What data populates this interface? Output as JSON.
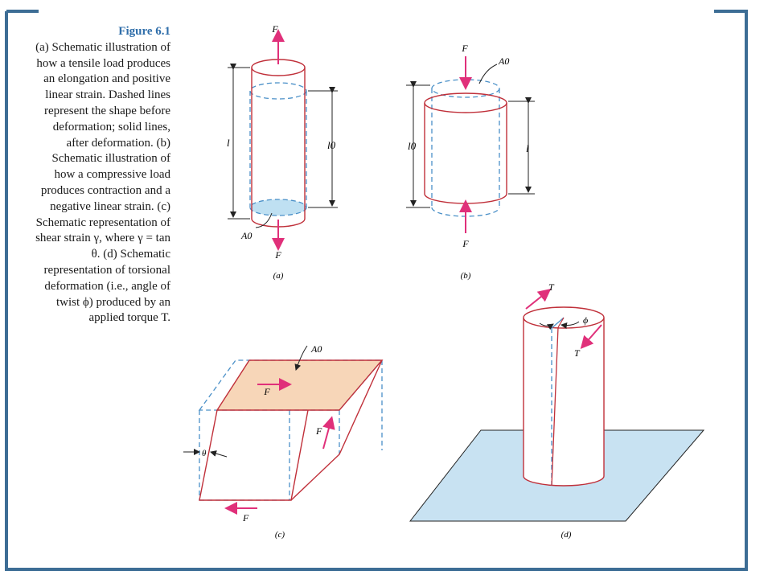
{
  "caption": {
    "title": "Figure 6.1",
    "text": "(a) Schematic illustration of how a tensile load produces an elongation and positive linear strain. Dashed lines represent the shape before deformation; solid lines, after deformation. (b) Schematic illustration of how a compressive load produces contraction and a negative linear strain. (c) Schematic representation of shear strain γ, where γ = tan θ. (d) Schematic representation of torsional deformation (i.e., angle of twist ϕ) produced by an applied torque T."
  },
  "panels": {
    "a": {
      "label": "(a)",
      "force_top": "F",
      "force_bottom": "F",
      "length": "l",
      "original_length": "l0",
      "area": "A0"
    },
    "b": {
      "label": "(b)",
      "force_top": "F",
      "force_bottom": "F",
      "length": "l",
      "original_length": "l0",
      "area": "A0"
    },
    "c": {
      "label": "(c)",
      "area": "A0",
      "force_top": "F",
      "force_side": "F",
      "force_bottom": "F",
      "angle": "θ"
    },
    "d": {
      "label": "(d)",
      "torque_top": "T",
      "torque_right": "T",
      "twist_angle": "ϕ"
    }
  },
  "colors": {
    "frame": "#3d6d95",
    "solid_line": "#c0303a",
    "dashed_line": "#4a90c8",
    "force_arrow": "#e0307a",
    "area_fill_blue": "#bfe0f2",
    "area_fill_orange": "#f7d6b8",
    "base_plate": "#c8e2f2",
    "caption_title": "#2f6eaa"
  }
}
